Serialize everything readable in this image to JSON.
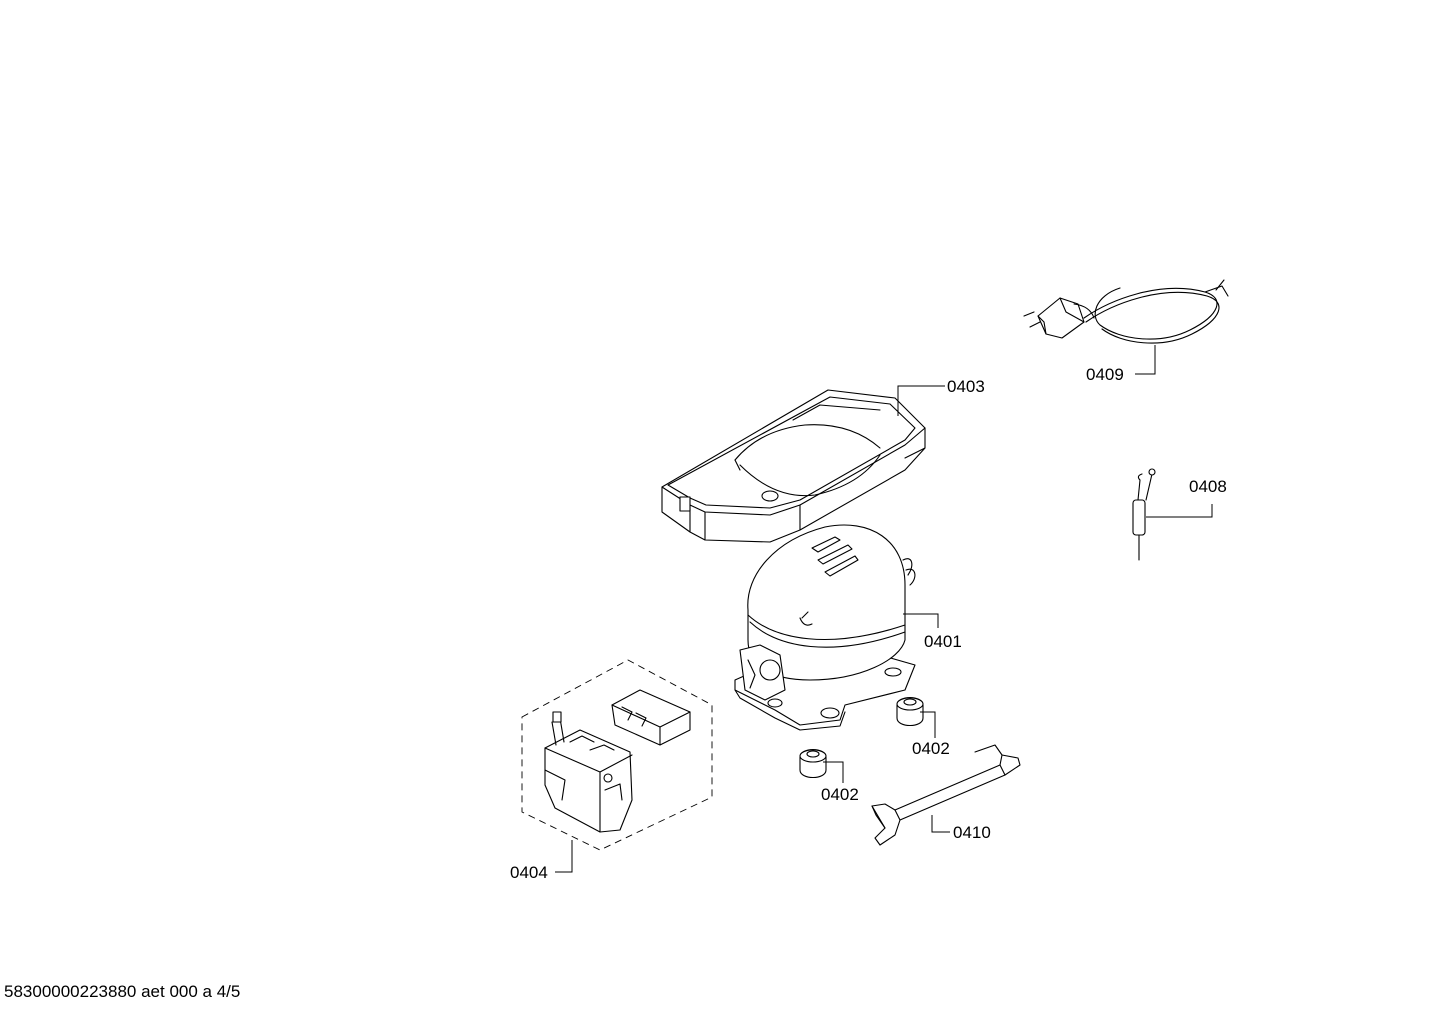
{
  "parts": [
    {
      "id": "p0401",
      "label": "0401"
    },
    {
      "id": "p0402a",
      "label": "0402"
    },
    {
      "id": "p0402b",
      "label": "0402"
    },
    {
      "id": "p0403",
      "label": "0403"
    },
    {
      "id": "p0404",
      "label": "0404"
    },
    {
      "id": "p0408",
      "label": "0408"
    },
    {
      "id": "p0409",
      "label": "0409"
    },
    {
      "id": "p0410",
      "label": "0410"
    }
  ],
  "footer": "58300000223880 aet 000 a 4/5"
}
